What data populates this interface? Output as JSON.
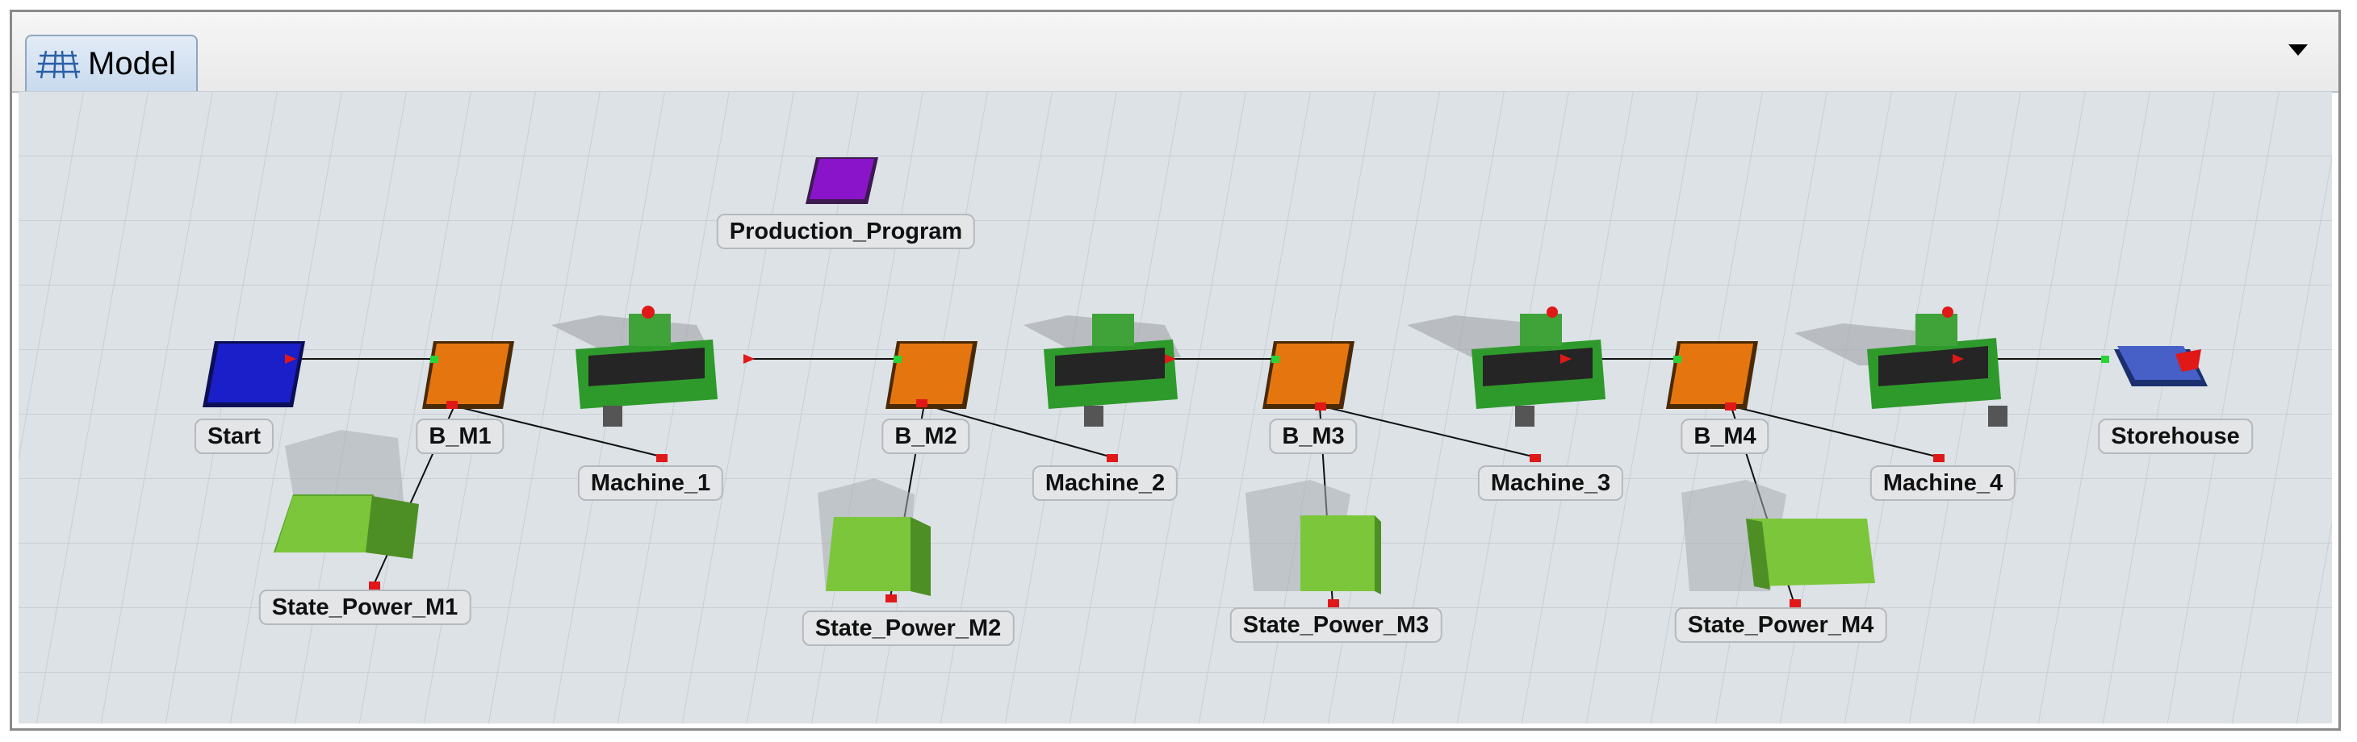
{
  "tab": {
    "label": "Model",
    "icon": "grid-icon"
  },
  "menu": {
    "icon": "chevron-down-icon"
  },
  "colors": {
    "canvas": "#dce2e6",
    "source": "#1a1fc9",
    "queue": "#e5760f",
    "processor": "#2f9a2c",
    "state": "#7cc63b",
    "program": "#8a14c9",
    "sink": "#4660c8",
    "port": "#e01818"
  },
  "objects": {
    "production_program": "Production_Program",
    "start": "Start",
    "buffers": [
      "B_M1",
      "B_M2",
      "B_M3",
      "B_M4"
    ],
    "machines": [
      "Machine_1",
      "Machine_2",
      "Machine_3",
      "Machine_4"
    ],
    "states": [
      "State_Power_M1",
      "State_Power_M2",
      "State_Power_M3",
      "State_Power_M4"
    ],
    "storehouse": "Storehouse"
  }
}
